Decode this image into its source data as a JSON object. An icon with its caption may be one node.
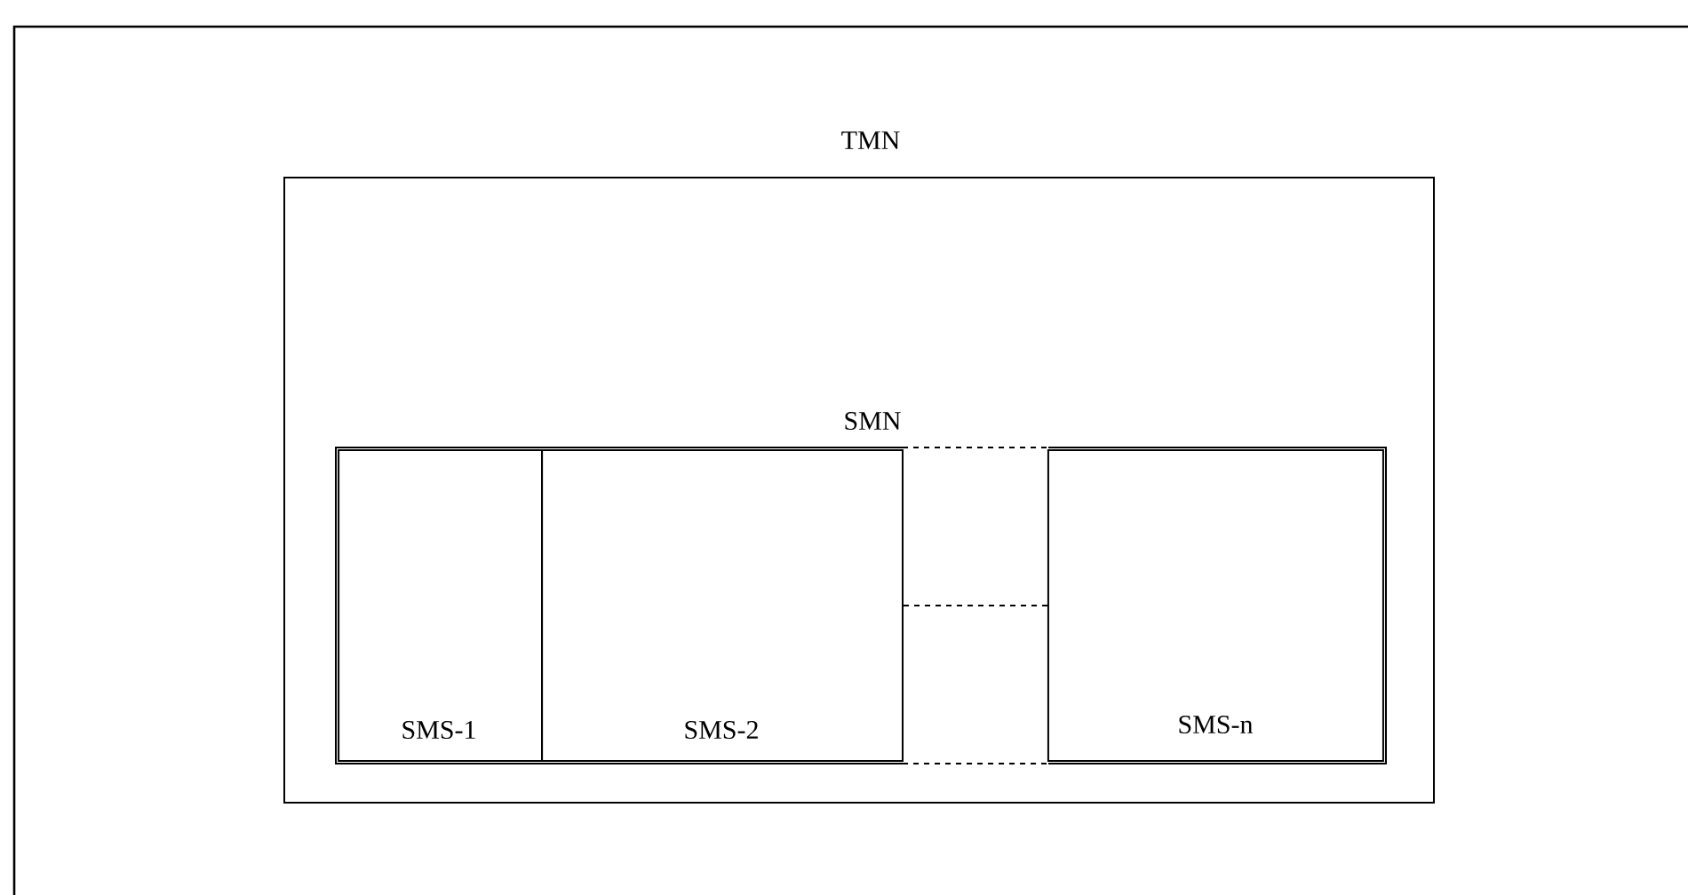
{
  "diagram": {
    "nodes": [
      {
        "text": [
          "TMN"
        ]
      },
      {
        "text": [
          "SMN"
        ],
        "in": 0
      },
      {
        "text": [
          "SMS-1"
        ],
        "in": 1
      },
      {
        "text": [
          "SMS-2"
        ],
        "in": 1
      },
      {
        "text": [
          "SMS-n"
        ],
        "in": 1
      }
    ],
    "edges": [
      {
        "from": 3,
        "to": 4,
        "arrow": "none",
        "style": "dashed"
      }
    ]
  }
}
